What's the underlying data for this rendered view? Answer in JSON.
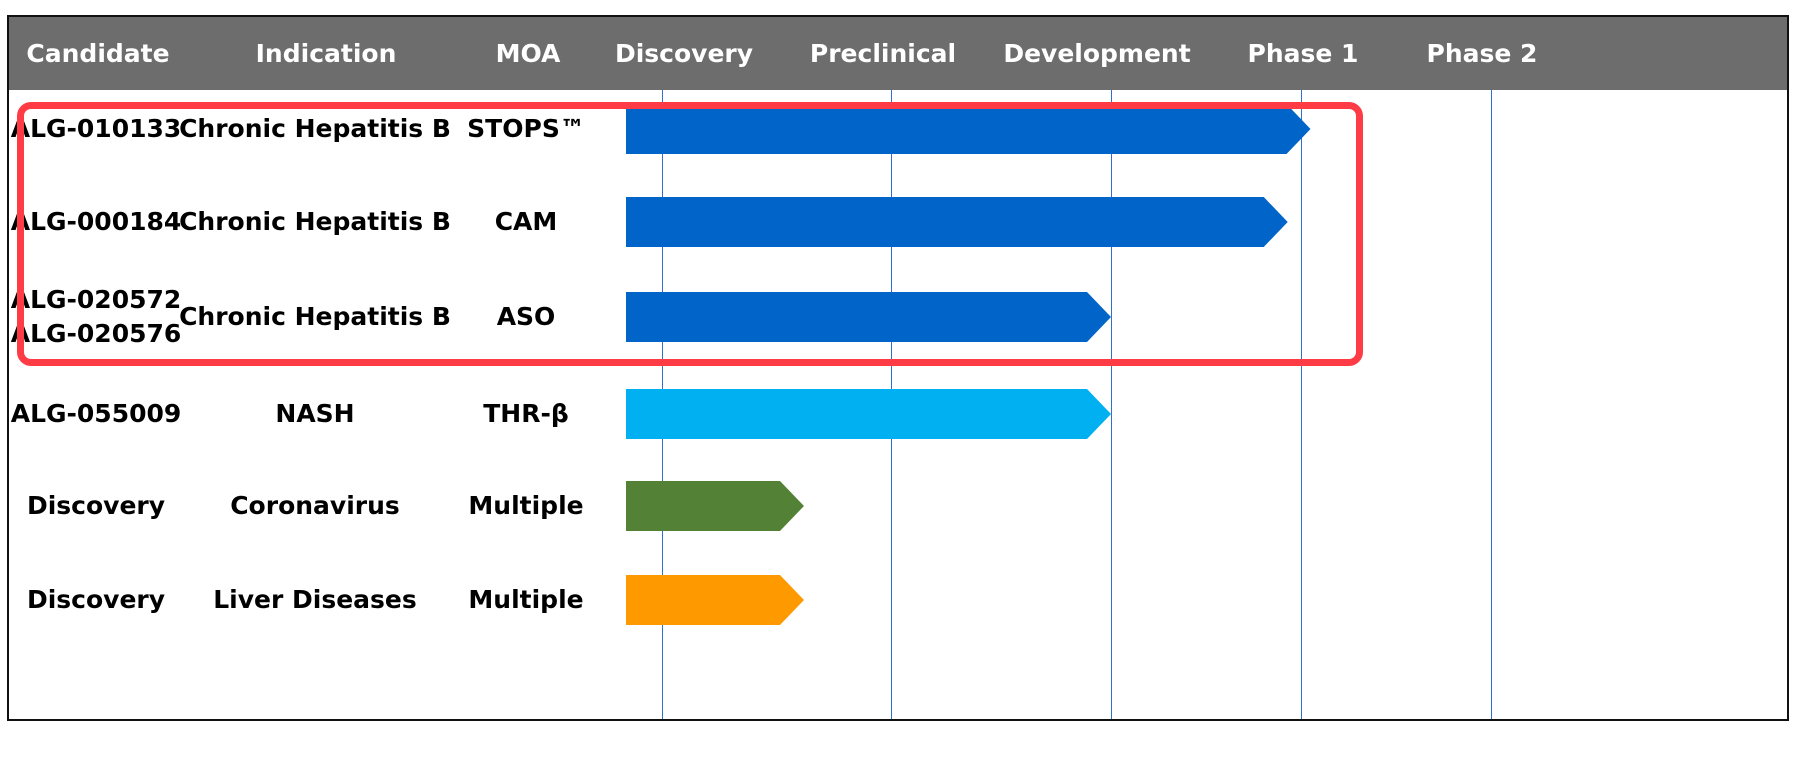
{
  "header": {
    "columns": [
      "Candidate",
      "Indication",
      "MOA",
      "Discovery",
      "Preclinical",
      "Development",
      "Phase 1",
      "Phase 2"
    ]
  },
  "rows": [
    {
      "candidate": "ALG-010133",
      "indication": "Chronic Hepatitis B",
      "moa": "STOPS™",
      "stage_end": 3.05,
      "color": "#0064c8"
    },
    {
      "candidate": "ALG-000184",
      "indication": "Chronic Hepatitis B",
      "moa": "CAM",
      "stage_end": 2.93,
      "color": "#0064c8"
    },
    {
      "candidate": "ALG-020572\nALG-020576",
      "indication": "Chronic Hepatitis B",
      "moa": "ASO",
      "stage_end": 2.0,
      "color": "#0064c8"
    },
    {
      "candidate": "ALG-055009",
      "indication": "NASH",
      "moa": "THR-β",
      "stage_end": 2.0,
      "color": "#00b0f0"
    },
    {
      "candidate": "Discovery",
      "indication": "Coronavirus",
      "moa": "Multiple",
      "stage_end": 0.62,
      "color": "#538135"
    },
    {
      "candidate": "Discovery",
      "indication": "Liver Diseases",
      "moa": "Multiple",
      "stage_end": 0.62,
      "color": "#ff9900"
    }
  ],
  "colors": {
    "header_bg": "#6d6d6d",
    "grid_line": "#2f6fd1",
    "highlight_border": "#ff3b45"
  }
}
